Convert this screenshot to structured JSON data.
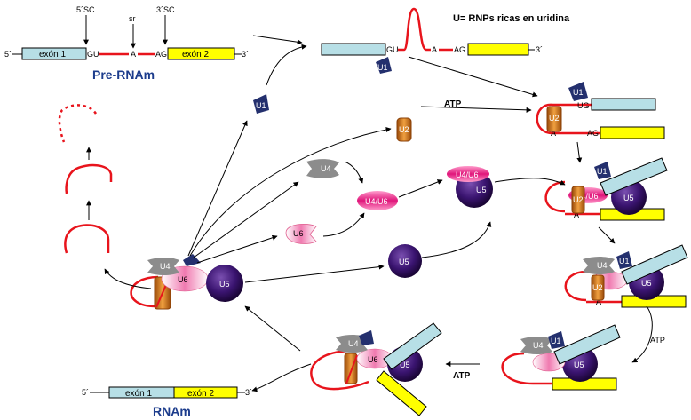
{
  "title_note": "U= RNPs ricas en uridina",
  "pre_rna": {
    "label": "Pre-RNAm",
    "five_prime": "5´",
    "three_prime": "3´",
    "exon1": "exón 1",
    "exon2": "exón 2",
    "gu": "GU",
    "a": "A",
    "ag": "AG",
    "ss5": "5´SC",
    "sr": "sr",
    "ss3": "3´SC"
  },
  "mrna": {
    "label": "RNAm",
    "five_prime": "5´",
    "three_prime": "3´",
    "exon1": "exón 1",
    "exon2": "exón 2"
  },
  "step1": {
    "gu": "GU",
    "a": "A",
    "ag": "AG",
    "three_prime": "3´",
    "u1": "U1"
  },
  "step2": {
    "ug": "UG",
    "a": "A",
    "ag": "AG",
    "u1": "U1",
    "u2": "U2"
  },
  "free": {
    "u1": "U1",
    "u2": "U2",
    "u4": "U4",
    "u6": "U6",
    "u5": "U5",
    "u4u6": "U4/U6",
    "u4u6_2": "U4/U6",
    "u5_2": "U5"
  },
  "step3": {
    "u1": "U1",
    "u2": "U2",
    "u4u6": "U4/U6",
    "u5": "U5",
    "a": "A"
  },
  "step4": {
    "u4": "U4",
    "u1": "U1",
    "u2": "U2",
    "u5": "U5",
    "a": "A"
  },
  "step5": {
    "u4": "U4",
    "u1": "U1",
    "u5": "U5"
  },
  "step6": {
    "u4": "U4",
    "u6": "U6",
    "u5": "U5"
  },
  "release": {
    "u4": "U4",
    "u6": "U6",
    "u5": "U5"
  },
  "atp_labels": [
    "ATP",
    "ATP",
    "ATP"
  ],
  "colors": {
    "exon1": "#b7dfe6",
    "exon2": "#ffff00",
    "intron": "#e8141c",
    "u1": "#24306e",
    "u2": "#d9781a",
    "u4": "#8c8c8c",
    "u5": "#2b0a4d",
    "u6": "#f07ab0"
  }
}
